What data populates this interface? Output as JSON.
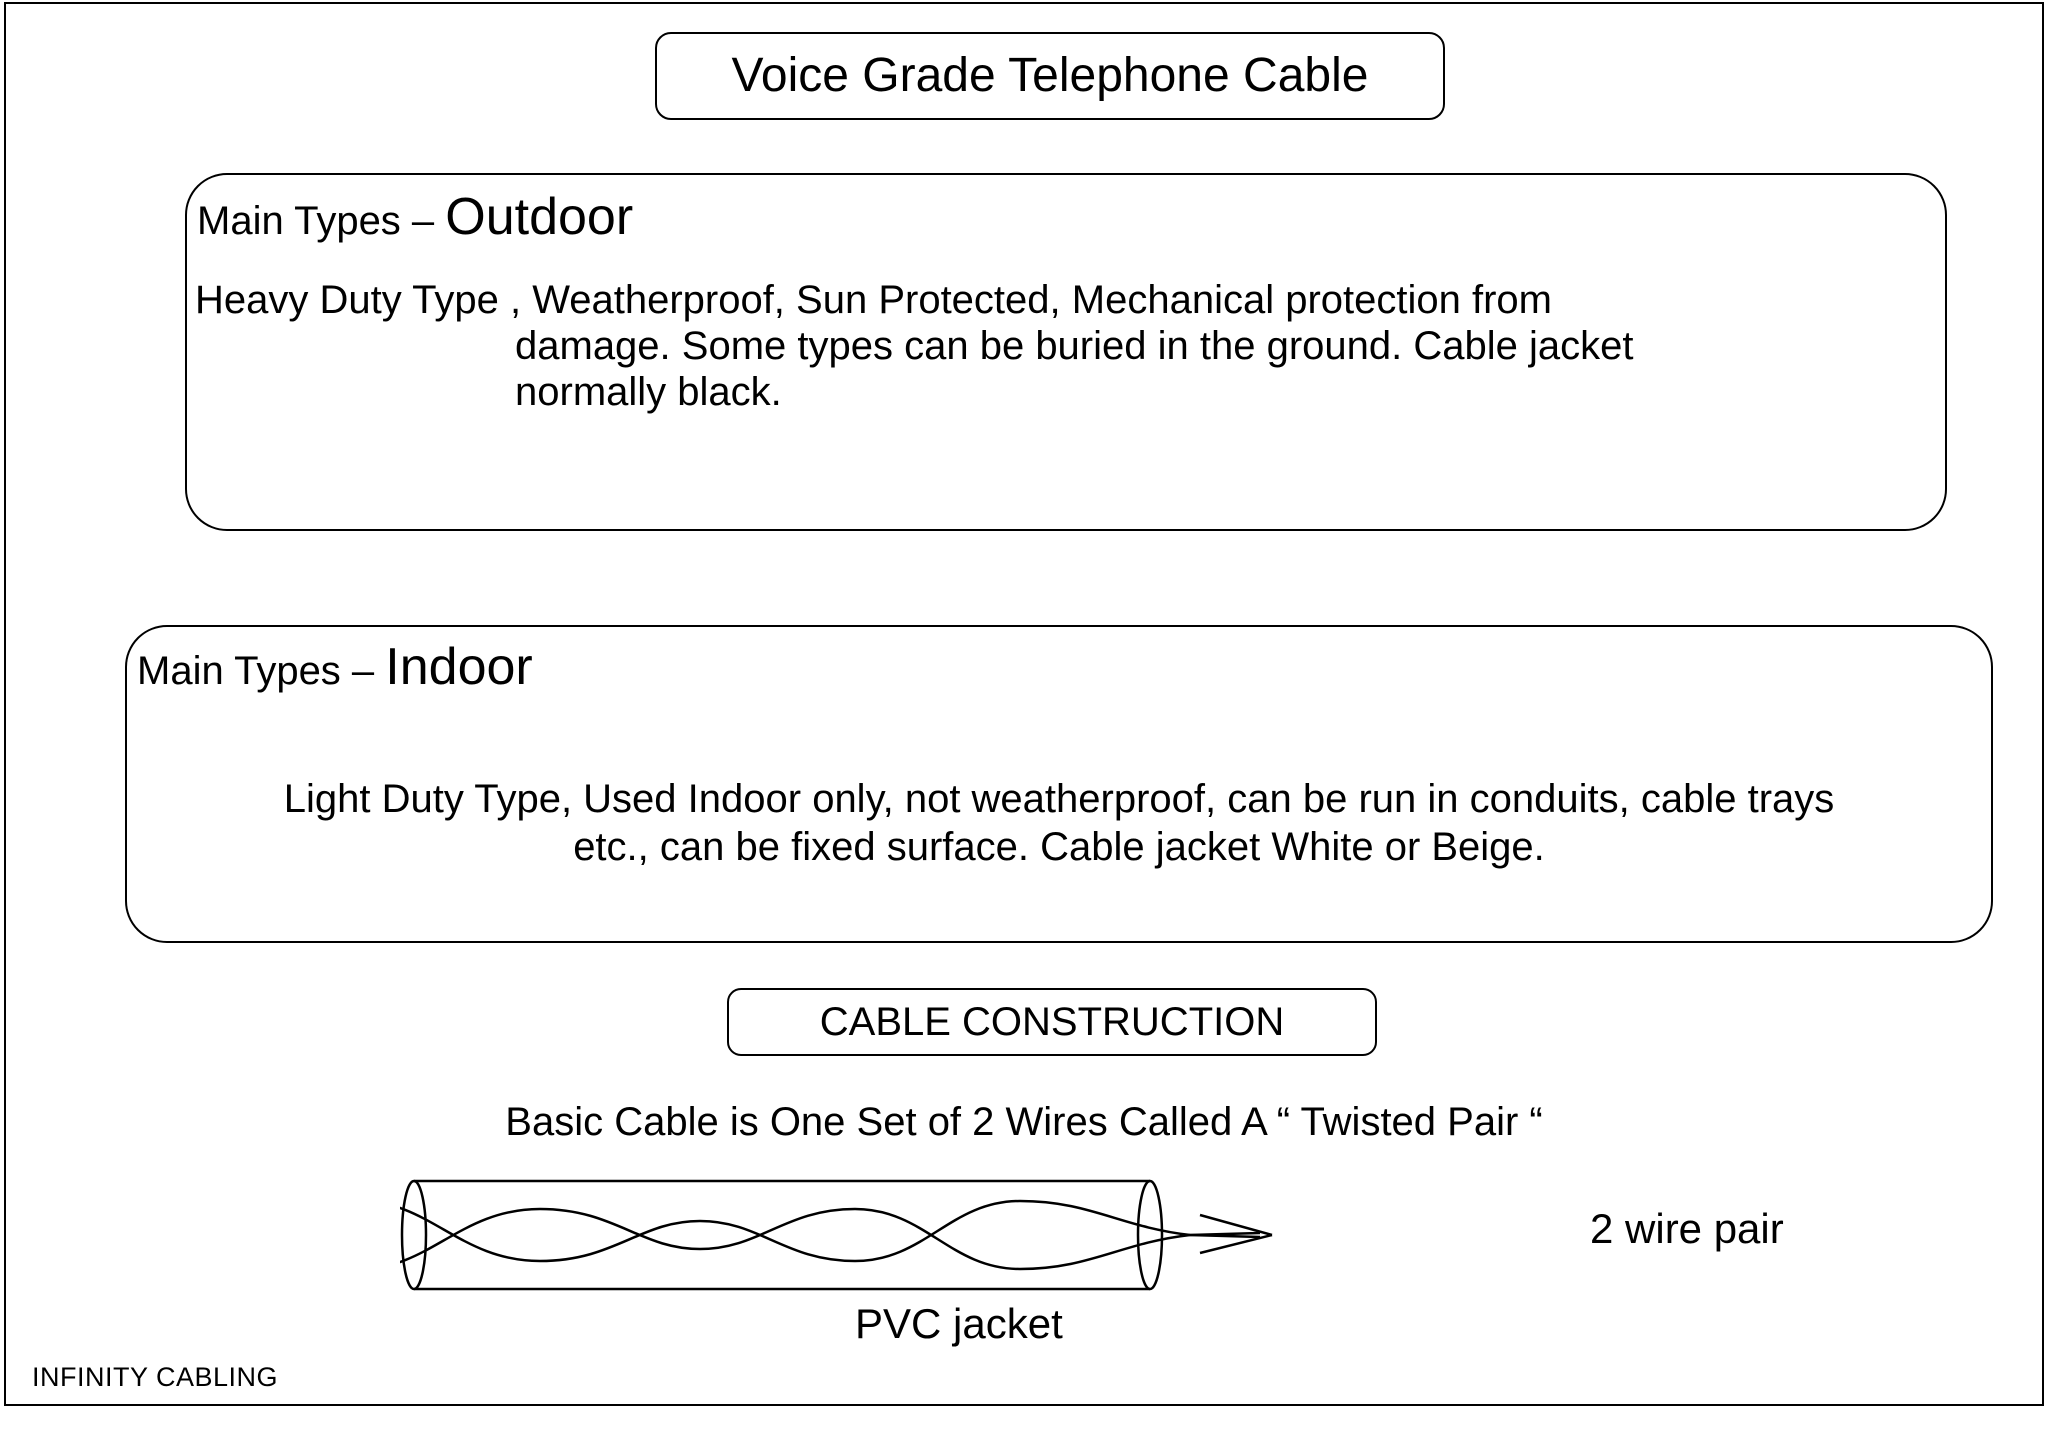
{
  "slide": {
    "title": "Voice Grade Telephone Cable",
    "footer": "INFINITY CABLING"
  },
  "outdoor": {
    "heading_prefix": "Main Types – ",
    "heading_emphasis": "Outdoor",
    "body_line1": "Heavy Duty Type , Weatherproof, Sun Protected, Mechanical protection from",
    "body_line2": "damage. Some types can be buried in the ground. Cable jacket",
    "body_line3": "normally black."
  },
  "indoor": {
    "heading_prefix": "Main Types – ",
    "heading_emphasis": "Indoor",
    "body_line1": "Light Duty Type, Used Indoor only, not weatherproof, can be run in conduits, cable trays",
    "body_line2": "etc., can be fixed surface. Cable jacket White or Beige."
  },
  "construction": {
    "heading": "CABLE  CONSTRUCTION",
    "caption": "Basic Cable is One Set of 2 Wires Called  A “ Twisted Pair “",
    "wire_pair_label": "2 wire pair",
    "jacket_label": "PVC   jacket"
  },
  "colors": {
    "ink": "#000000",
    "background": "#ffffff"
  }
}
